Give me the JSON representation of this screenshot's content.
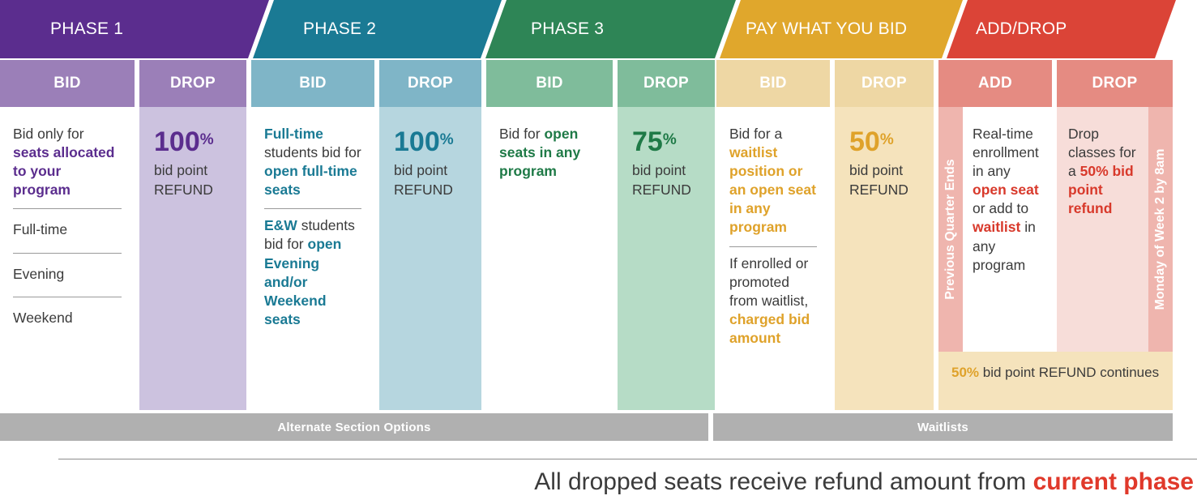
{
  "colors": {
    "phase1_header": "#5B2D8E",
    "phase1_sub": "#9B7FB8",
    "phase1_body": "#CCC2DF",
    "phase1_accent": "#5B2D8E",
    "phase2_header": "#1A7A94",
    "phase2_sub": "#7FB5C7",
    "phase2_body": "#B6D6DF",
    "phase2_accent": "#1A7A94",
    "phase3_header": "#2E8556",
    "phase3_sub": "#7FBC9B",
    "phase3_body": "#B6DCC6",
    "phase3_accent": "#1F7A47",
    "pwyb_header": "#E0A72C",
    "pwyb_sub": "#EED7A4",
    "pwyb_body": "#F5E3BC",
    "pwyb_accent": "#DFA22A",
    "adddrop_header": "#DB4437",
    "adddrop_sub": "#E58B82",
    "adddrop_body": "#F7DDD9",
    "adddrop_band": "#EFB5AE",
    "adddrop_accent": "#D8392B",
    "gray_bar": "#B0B0B0",
    "body_text": "#3B3B3B"
  },
  "phases": [
    {
      "id": "phase-1",
      "title": "PHASE 1",
      "bid_label": "BID",
      "drop_label": "DROP",
      "bid_text_parts": [
        {
          "t": "Bid only for ",
          "b": false
        },
        {
          "t": "seats allocated to your program",
          "b": true
        }
      ],
      "options": [
        "Full-time",
        "Evening",
        "Weekend"
      ],
      "refund_pct": "100",
      "refund_sup": "%",
      "refund_line1": "bid point",
      "refund_line2": "REFUND"
    },
    {
      "id": "phase-2",
      "title": "PHASE 2",
      "bid_label": "BID",
      "drop_label": "DROP",
      "bid_block_1": [
        {
          "t": "Full-time",
          "b": true
        },
        {
          "t": " students bid for ",
          "b": false
        },
        {
          "t": "open full-time seats",
          "b": true
        }
      ],
      "bid_block_2": [
        {
          "t": "E&W",
          "b": true
        },
        {
          "t": " students bid for ",
          "b": false
        },
        {
          "t": "open Evening and/or Weekend seats",
          "b": true
        }
      ],
      "refund_pct": "100",
      "refund_sup": "%",
      "refund_line1": "bid point",
      "refund_line2": "REFUND"
    },
    {
      "id": "phase-3",
      "title": "PHASE 3",
      "bid_label": "BID",
      "drop_label": "DROP",
      "bid_text_parts": [
        {
          "t": "Bid for ",
          "b": false
        },
        {
          "t": "open seats in any program",
          "b": true
        }
      ],
      "refund_pct": "75",
      "refund_sup": "%",
      "refund_line1": "bid point",
      "refund_line2": "REFUND"
    },
    {
      "id": "pay-what-you-bid",
      "title": "PAY WHAT YOU BID",
      "bid_label": "BID",
      "drop_label": "DROP",
      "bid_block_1": [
        {
          "t": "Bid for a ",
          "b": false
        },
        {
          "t": "waitlist position or an open seat in any program",
          "b": true
        }
      ],
      "bid_block_2": [
        {
          "t": "If enrolled or promoted from waitlist, ",
          "b": false
        },
        {
          "t": "charged bid amount",
          "b": true
        }
      ],
      "refund_pct": "50",
      "refund_sup": "%",
      "refund_line1": "bid point",
      "refund_line2": "REFUND"
    },
    {
      "id": "add-drop",
      "title": "ADD/DROP",
      "add_label": "ADD",
      "drop_label": "DROP",
      "band_left": "Previous Quarter Ends",
      "band_right": "Monday of Week 2 by 8am",
      "add_text_parts": [
        {
          "t": "Real-time enrollment in any ",
          "b": false
        },
        {
          "t": "open seat",
          "b": true
        },
        {
          "t": " or add to ",
          "b": false
        },
        {
          "t": "waitlist",
          "b": true
        },
        {
          "t": " in any program",
          "b": false
        }
      ],
      "drop_text_parts": [
        {
          "t": "Drop classes for a ",
          "b": false
        },
        {
          "t": "50% bid point refund",
          "b": true
        }
      ],
      "gold_strip_parts": [
        {
          "t": "50%",
          "b": true
        },
        {
          "t": " bid point REFUND continues",
          "b": false
        }
      ]
    }
  ],
  "bottom_bars": [
    {
      "id": "alternate-section-options",
      "label": "Alternate Section Options"
    },
    {
      "id": "waitlists",
      "label": "Waitlists"
    }
  ],
  "footer": {
    "text_parts": [
      {
        "t": "All dropped seats receive refund amount from ",
        "b": false
      },
      {
        "t": "current phase",
        "b": true
      }
    ]
  }
}
